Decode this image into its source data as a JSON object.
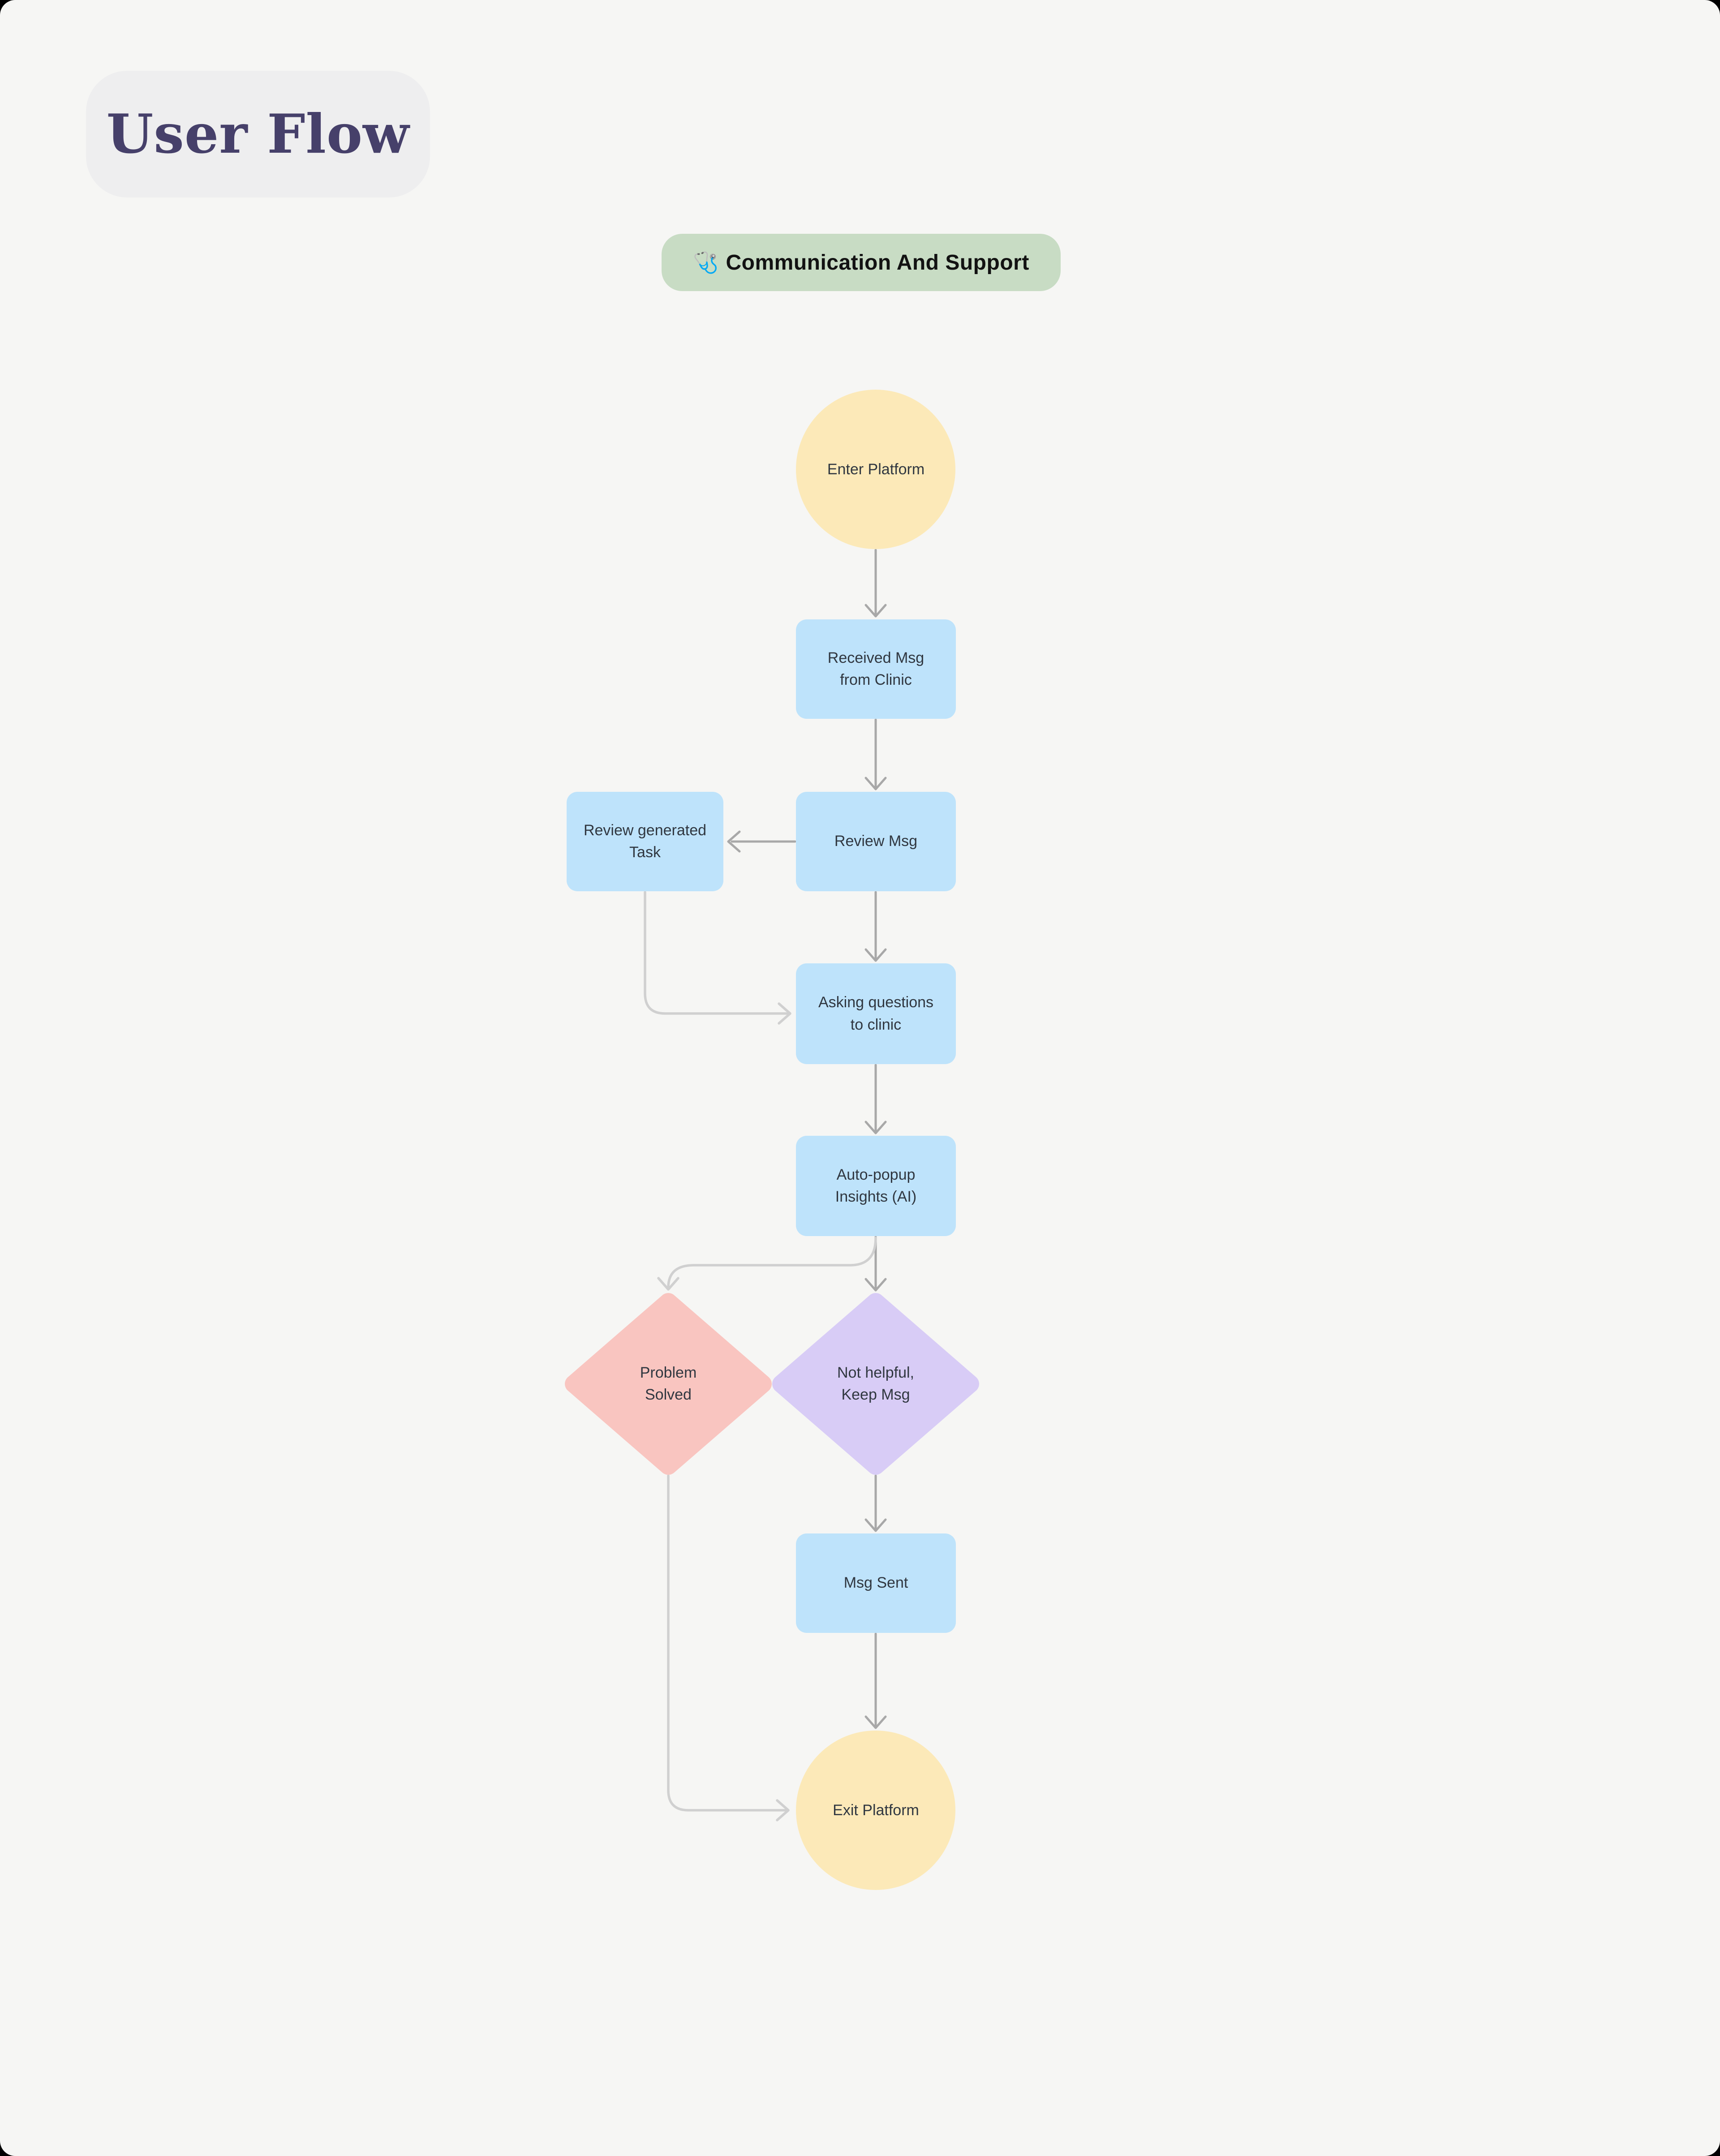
{
  "canvas": {
    "background": "#f6f6f4",
    "outer_background": "#000000"
  },
  "header": {
    "title": "User Flow"
  },
  "badge": {
    "icon": "🩺",
    "label": "Communication And Support"
  },
  "colors": {
    "title_text": "#46406a",
    "title_card_bg": "#eeeeef",
    "badge_bg": "#c8dcc4",
    "badge_text": "#121212",
    "process_fill": "#bee3fb",
    "terminal_fill": "#fce9b8",
    "decision_solved_fill": "#f9c5c0",
    "decision_keep_fill": "#d8ccf6",
    "node_text": "#303740",
    "arrow": "#a8a8a8",
    "elbow": "#d0d0d0"
  },
  "nodes": {
    "enter": "Enter Platform",
    "received": "Received Msg\nfrom Clinic",
    "review_msg": "Review Msg",
    "review_task": "Review generated\nTask",
    "asking": "Asking questions\nto clinic",
    "insights": "Auto-popup\nInsights (AI)",
    "problem_solved": "Problem\nSolved",
    "not_helpful": "Not helpful,\nKeep Msg",
    "msg_sent": "Msg Sent",
    "exit": "Exit Platform"
  }
}
